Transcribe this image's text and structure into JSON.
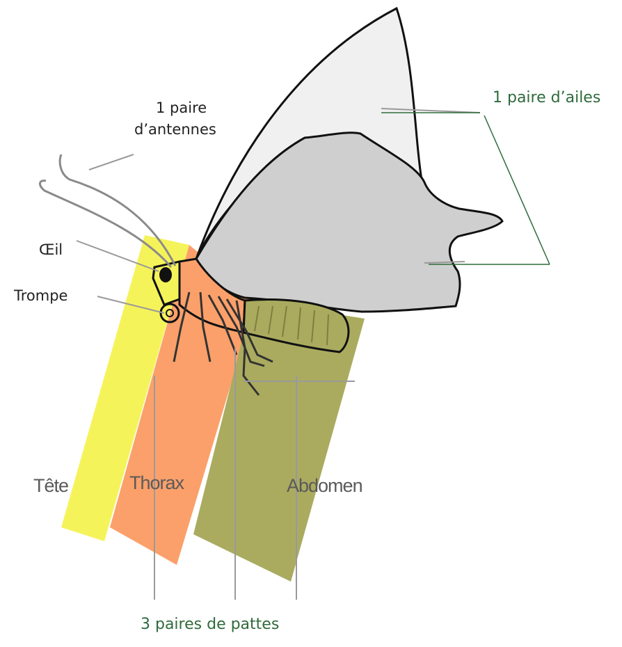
{
  "labels": {
    "antennae": [
      "1 paire",
      "d’antennes"
    ],
    "wings": "1 paire d’ailes",
    "eye": "Œil",
    "proboscis": "Trompe",
    "head": "Tête",
    "thorax": "Thorax",
    "abdomen": "Abdomen",
    "legs": "3 paires de pattes"
  },
  "colors": {
    "head": "#f5f35a",
    "thorax": "#fba06a",
    "abdomen": "#aaab5f",
    "forewing": "#f0f0f0",
    "hindwing": "#cfcfcf",
    "outline": "#111111",
    "green_label": "#2f6a3c",
    "leader_line": "#999999"
  }
}
